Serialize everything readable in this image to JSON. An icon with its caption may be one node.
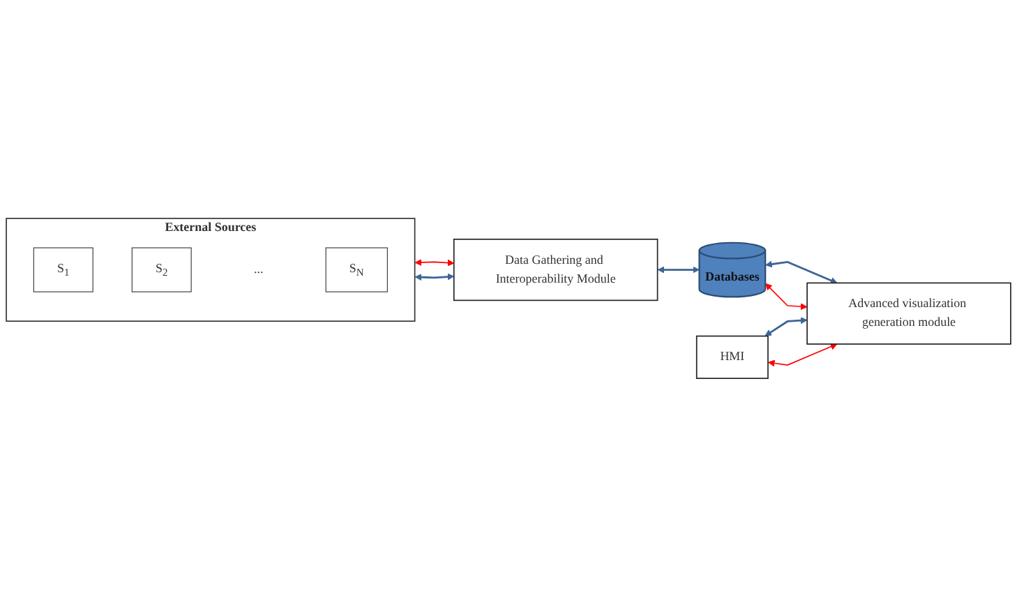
{
  "diagram": {
    "nodes": [
      {
        "text": [
          "External Sources"
        ]
      },
      {
        "text": [
          "S$_{1}$"
        ],
        "in": 0
      },
      {
        "text": [
          "S$_{2}$"
        ],
        "in": 0
      },
      {
        "text": [
          "..."
        ],
        "in": 0
      },
      {
        "text": [
          "S$_{N}$"
        ],
        "in": 0
      },
      {
        "text": [
          "Data Gathering and Interoperability Module"
        ]
      },
      {
        "text": [
          "Databases"
        ]
      },
      {
        "text": [
          "HMI"
        ]
      },
      {
        "text": [
          "Advanced visualization generation module"
        ]
      }
    ],
    "edges": [
      {
        "from": 0,
        "to": 5,
        "arrow": "both",
        "color": "#ff0000"
      },
      {
        "from": 0,
        "to": 5,
        "arrow": "both"
      },
      {
        "from": 5,
        "to": 6,
        "arrow": "both"
      },
      {
        "from": 6,
        "to": 8,
        "arrow": "both"
      },
      {
        "from": 6,
        "to": 8,
        "arrow": "both",
        "color": "#ff0000"
      },
      {
        "from": 7,
        "to": 8,
        "arrow": "both"
      },
      {
        "from": 7,
        "to": 8,
        "arrow": "both",
        "color": "#ff0000"
      }
    ]
  }
}
